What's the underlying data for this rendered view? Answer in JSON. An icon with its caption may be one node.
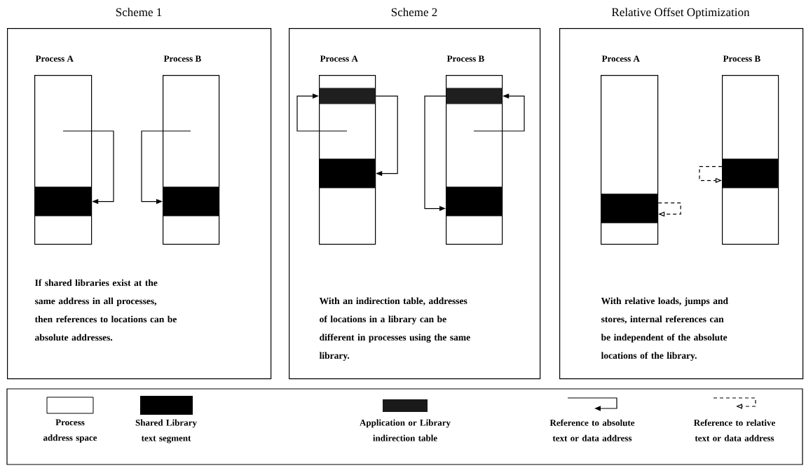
{
  "diagram": {
    "nodes": [
      {
        "text": [
          "Scheme 1",
          "If shared libraries exist at the same address in all processes, then references to locations can be absolute addresses."
        ]
      },
      {
        "text": [
          "Process A"
        ],
        "in": 0
      },
      {
        "text": [],
        "shape": "bar",
        "in": 1
      },
      {
        "text": [
          "Process B"
        ],
        "in": 0
      },
      {
        "text": [],
        "shape": "bar",
        "in": 3
      },
      {
        "text": [
          "Scheme 2",
          "With an indirection table, addresses of locations in a library can be different in processes using the same library."
        ]
      },
      {
        "text": [
          "Process A"
        ],
        "in": 5
      },
      {
        "text": [],
        "shape": "bar",
        "in": 6
      },
      {
        "text": [],
        "shape": "bar",
        "in": 6
      },
      {
        "text": [
          "Process B"
        ],
        "in": 5
      },
      {
        "text": [],
        "shape": "bar",
        "in": 9
      },
      {
        "text": [],
        "shape": "bar",
        "in": 9
      },
      {
        "text": [
          "Relative Offset Optimization",
          "With relative loads, jumps and stores, internal references can be independent of the absolute locations of the library."
        ]
      },
      {
        "text": [
          "Process A"
        ],
        "in": 12
      },
      {
        "text": [],
        "shape": "bar",
        "in": 13
      },
      {
        "text": [
          "Process B"
        ],
        "in": 12
      },
      {
        "text": [],
        "shape": "bar",
        "in": 15
      }
    ],
    "edges": [
      {
        "from": null,
        "to": 2,
        "arrow": "to"
      },
      {
        "from": null,
        "to": 4,
        "arrow": "to"
      },
      {
        "from": null,
        "to": 7,
        "arrow": "to"
      },
      {
        "from": 7,
        "to": 8,
        "arrow": "to"
      },
      {
        "from": null,
        "to": 10,
        "arrow": "to"
      },
      {
        "from": 10,
        "to": 11,
        "arrow": "to"
      },
      {
        "from": 14,
        "to": 14,
        "arrow": "to",
        "style": "dashed"
      },
      {
        "from": 16,
        "to": 16,
        "arrow": "to",
        "style": "dashed"
      }
    ],
    "legend": [
      {
        "text": "Process address space"
      },
      {
        "text": "Shared Library text segment",
        "color": "#000000"
      },
      {
        "text": "Application or Library indirection table",
        "color": "#1a1a1a"
      },
      {
        "text": "Reference to absolute text or data address"
      },
      {
        "text": "Reference to relative text or data address"
      }
    ]
  }
}
